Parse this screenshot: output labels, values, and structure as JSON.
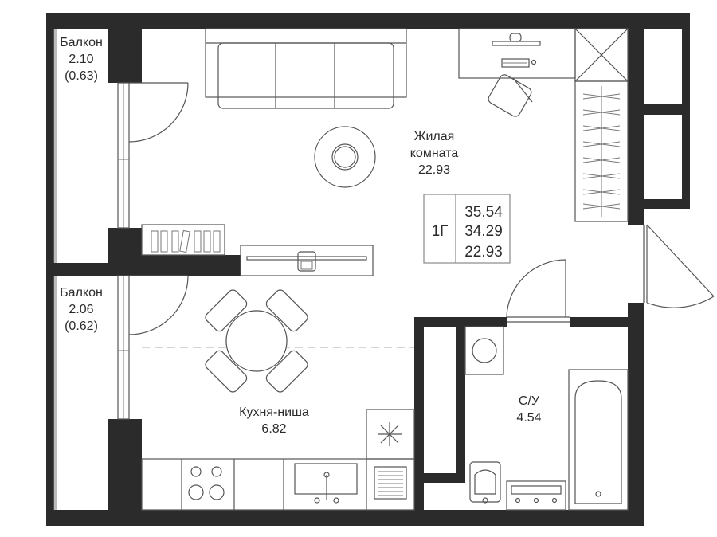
{
  "rooms": {
    "balcony_top": {
      "name": "Балкон",
      "area": "2.10",
      "area_sub": "(0.63)"
    },
    "balcony_bottom": {
      "name": "Балкон",
      "area": "2.06",
      "area_sub": "(0.62)"
    },
    "living": {
      "name_line1": "Жилая",
      "name_line2": "комната",
      "area": "22.93"
    },
    "kitchen": {
      "name": "Кухня-ниша",
      "area": "6.82"
    },
    "bathroom": {
      "name": "С/У",
      "area": "4.54"
    }
  },
  "summary": {
    "type": "1Г",
    "total_area": "35.54",
    "area_no_balcony": "34.29",
    "living_area": "22.93"
  },
  "colors": {
    "wall": "#2b2b2b",
    "line": "#555555",
    "background": "#ffffff"
  }
}
